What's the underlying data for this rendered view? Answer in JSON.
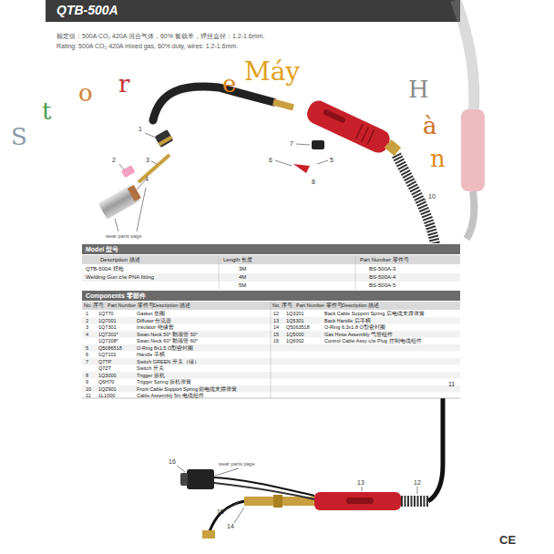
{
  "diagram": {
    "title": "QTB-500A",
    "labels": [
      "额定值：500A CO₂ 420A 混合气体，60% 暂载率，焊丝直径：1.2-1.6mm。",
      "Rating: 500A CO₂ 420A mixed gas, 60% duty, wires: 1.2-1.6mm.",
      "S",
      "t",
      "o",
      "r",
      "e",
      "Máy",
      "H",
      "à",
      "n",
      "1",
      "2",
      "3",
      "4",
      "wear parts page",
      "7",
      "6",
      "5",
      "8",
      "10",
      "11",
      "16",
      "wear parts page",
      "15",
      "14",
      "13",
      "12",
      "Model 型号",
      "Description 描述",
      "Length 长度",
      "Part Number 零件号",
      "QTB-500A 焊枪",
      "Welding Gun c/w PNA fitting",
      "3M",
      "4M",
      "5M",
      "BS-500A-3",
      "BS-500A-4",
      "BS-500A-5",
      "Components 零部件",
      "No. 序号",
      "Part Number 零件号",
      "Description 描述",
      "No. 序号",
      "Part Number 零件号",
      "Description 描述",
      "1",
      "1Q770",
      "Gasket 垫圈",
      "2",
      "1Q7001",
      "Diffuser 分流器",
      "3",
      "1Q7301",
      "Insulator 绝缘套",
      "4",
      "1Q7201*",
      "Swan Neck 50° 鹅颈管 50°",
      "1Q7208*",
      "Swan Neck 60° 鹅颈管 60°",
      "5",
      "Q5086518",
      "O-Ring 8x1.5 O型密封圈",
      "6",
      "1Q7101",
      "Handle 手柄",
      "7",
      "Q7TP",
      "Switch GREEN 开关（绿）",
      "Q7ZT",
      "Switch 开关",
      "8",
      "1Q3000",
      "Trigger 扳机",
      "9",
      "Q6H70",
      "Trigger Spring 扳机弹簧",
      "10",
      "1Q2901",
      "Front Cable Support Spring 前电缆支撑弹簧",
      "11",
      "1L1000",
      "Cable Assembly 5m 电缆组件",
      "12",
      "1Q3201",
      "Back Cable Support Spring 后电缆支撑弹簧",
      "13",
      "1Q5301",
      "Back Handle 后手柄",
      "14",
      "Q5063518",
      "O-Ring 6.3x1.8 O型密封圈",
      "15",
      "1Q5000",
      "Gas Hose Assembly 气管组件",
      "16",
      "1Q6002",
      "Control Cable Assy c/w Plug 控制电缆组件",
      "CE"
    ]
  }
}
